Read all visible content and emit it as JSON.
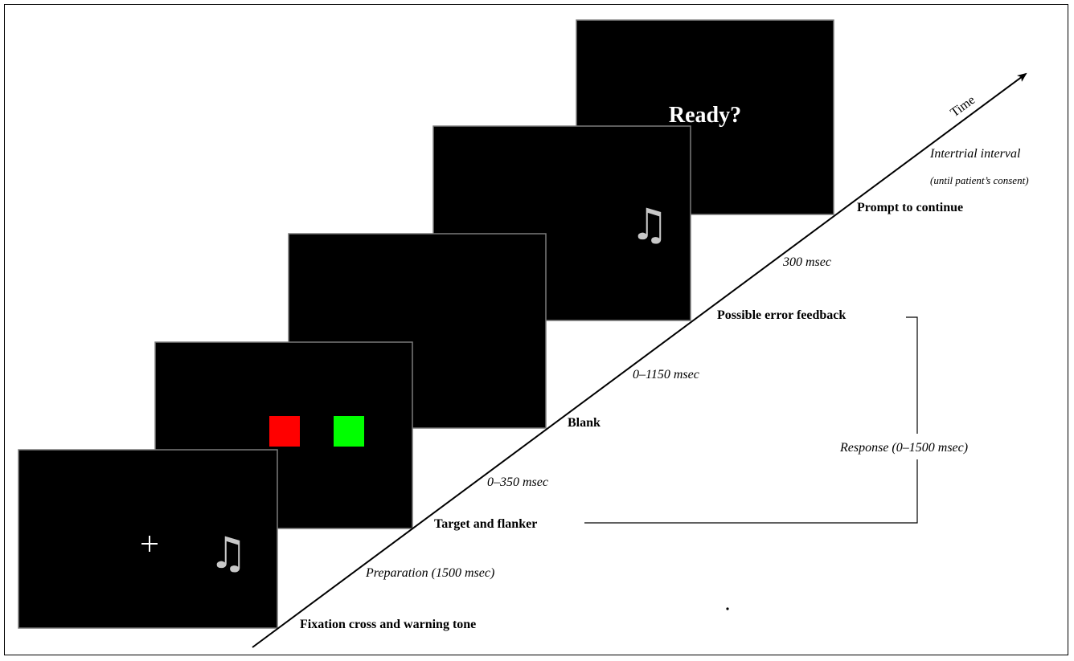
{
  "screens": {
    "prompt_text": "Ready?",
    "fixation_symbol": "+",
    "tone_symbol": "♫",
    "colors": {
      "background": "#000000",
      "target": "#ff0000",
      "flanker": "#00ff00",
      "tone": "#c8c8c8",
      "border": "#7a7a7a"
    }
  },
  "timeline": {
    "axis_label": "Time",
    "events": {
      "fixation": "Fixation cross and warning tone",
      "target": "Target and flanker",
      "blank": "Blank",
      "feedback": "Possible error feedback",
      "prompt": "Prompt to continue"
    },
    "intervals": {
      "preparation": "Preparation (1500 msec)",
      "target_duration": "0–350 msec",
      "blank_duration": "0–1150 msec",
      "feedback_duration": "300 msec",
      "intertrial": "Intertrial interval",
      "intertrial_note": "(until patient’s consent)"
    },
    "response": "Response (0–1500 msec)"
  }
}
